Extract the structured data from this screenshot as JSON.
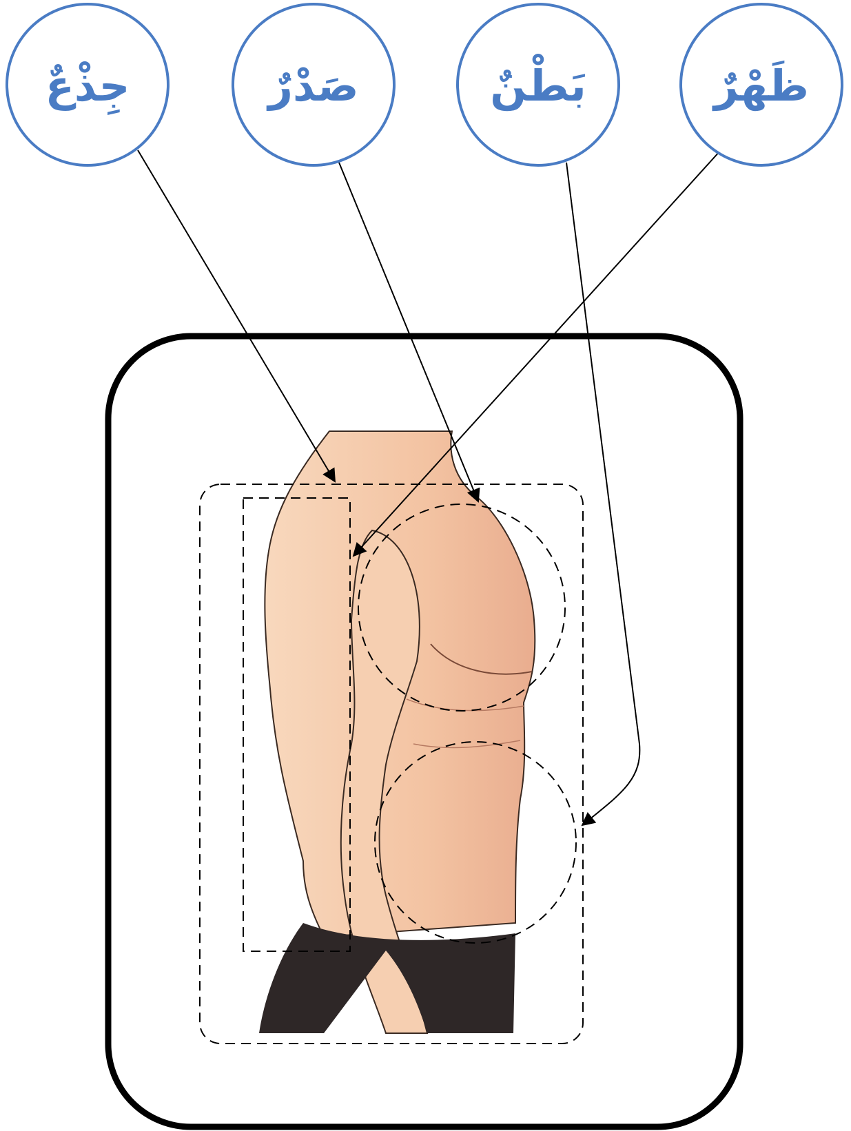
{
  "labels": [
    {
      "id": "trunk",
      "text": "جِذْعٌ"
    },
    {
      "id": "chest",
      "text": "صَدْرٌ"
    },
    {
      "id": "belly",
      "text": "بَطْنٌ"
    },
    {
      "id": "back",
      "text": "ظَهْرٌ"
    }
  ],
  "colors": {
    "label_stroke": "#4a7cc4",
    "label_text": "#4a7cc4",
    "skin": "#f5c9a8",
    "skin_shadow": "#e6a98a",
    "pants": "#2e2727",
    "frame": "#000000"
  }
}
